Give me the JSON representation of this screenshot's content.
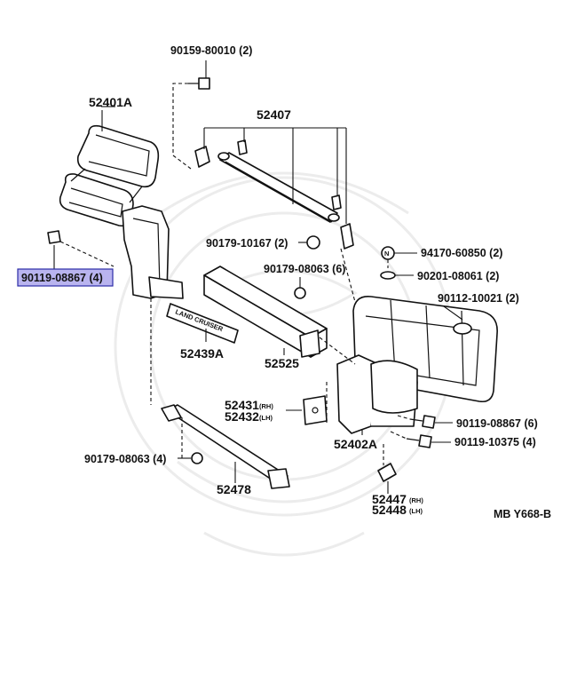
{
  "labels": {
    "p90159": "90159-80010 (2)",
    "p52401A": "52401A",
    "p52407": "52407",
    "p90179_10167": "90179-10167 (2)",
    "p94170": "94170-60850 (2)",
    "p90201": "90201-08061 (2)",
    "p90179_08063_6": "90179-08063 (6)",
    "p90112": "90112-10021 (2)",
    "p90119_highlight": "90119-08867 (4)",
    "p52439A": "52439A",
    "p52525": "52525",
    "p52431": "52431",
    "p52431_side": "(RH)",
    "p52432": "52432",
    "p52432_side": "(LH)",
    "p52402A": "52402A",
    "p90119_6": "90119-08867 (6)",
    "p90119_10375": "90119-10375 (4)",
    "p90179_08063_4": "90179-08063 (4)",
    "p52478": "52478",
    "p52447": "52447",
    "p52447_side": "(RH)",
    "p52448": "52448",
    "p52448_side": "(LH)",
    "ref_code": "MB  Y668-B",
    "emblem_text": "LAND CRUISER",
    "washer_mark": "N"
  },
  "colors": {
    "highlight_fill": "#b9b4ef",
    "highlight_border": "#2b2ba8",
    "line": "#111111",
    "watermark": "#ececec"
  }
}
